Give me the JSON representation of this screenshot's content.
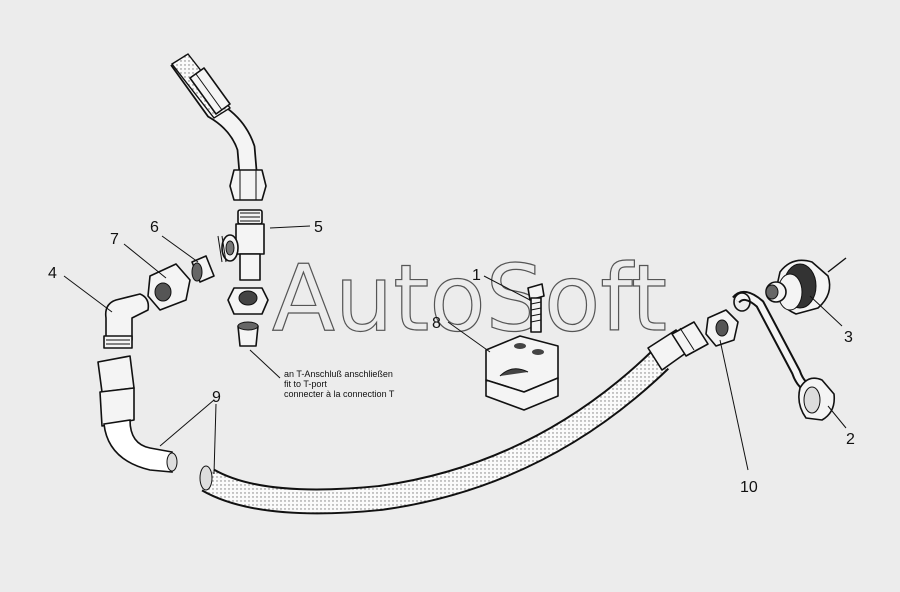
{
  "watermark": "AutoSoft",
  "labels": {
    "p1": "1",
    "p2": "2",
    "p3": "3",
    "p4": "4",
    "p5": "5",
    "p6": "6",
    "p7": "7",
    "p8": "8",
    "p9": "9",
    "p10": "10"
  },
  "note": {
    "de": "an T-Anschluß anschließen",
    "en": "fit to T-port",
    "fr": "connecter à la connection T"
  }
}
